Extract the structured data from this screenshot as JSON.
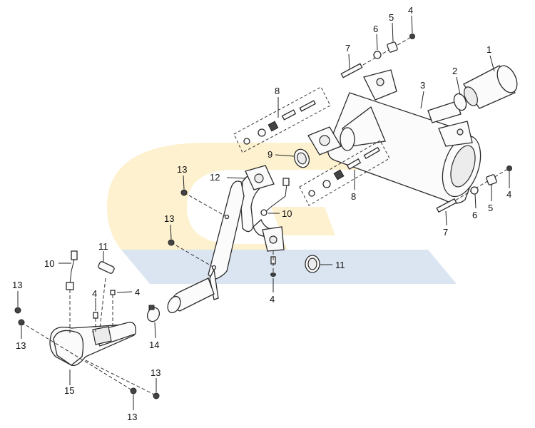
{
  "watermark": {
    "colors": {
      "yellow": "#fdf1cf",
      "blue": "#dbe5f2"
    }
  },
  "colors": {
    "line": "#2a2a2a",
    "part_fill": "#fbfbfb",
    "shade": "#ececec"
  },
  "callouts": {
    "c1": "1",
    "c2": "2",
    "c3": "3",
    "c4a": "4",
    "c4b": "4",
    "c4c": "4",
    "c4d": "4",
    "c4e": "4",
    "c5a": "5",
    "c5b": "5",
    "c6a": "6",
    "c6b": "6",
    "c7a": "7",
    "c7b": "7",
    "c8a": "8",
    "c8b": "8",
    "c9": "9",
    "c10a": "10",
    "c10b": "10",
    "c11a": "11",
    "c11b": "11",
    "c12": "12",
    "c13a": "13",
    "c13b": "13",
    "c13c": "13",
    "c13d": "13",
    "c13e": "13",
    "c13f": "13",
    "c14": "14",
    "c15": "15"
  }
}
